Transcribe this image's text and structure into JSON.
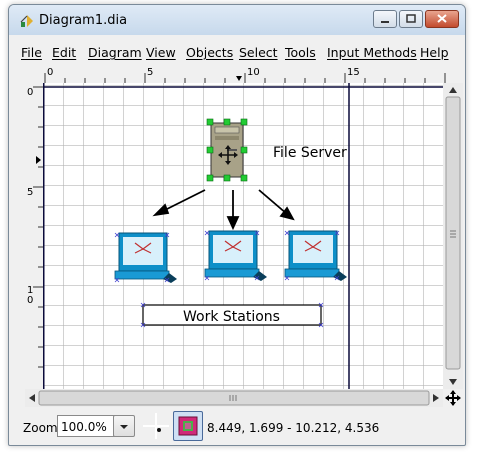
{
  "window": {
    "title": "Diagram1.dia"
  },
  "menu": [
    "File",
    "Edit",
    "Diagram",
    "View",
    "Objects",
    "Select",
    "Tools",
    "Input Methods",
    "Help"
  ],
  "ruler": {
    "h_ticks": [
      "0",
      "5",
      "10",
      "15"
    ],
    "v_ticks": [
      "0",
      "5",
      "1",
      "0"
    ]
  },
  "diagram": {
    "server_label": "File Server",
    "workstations_label": "Work Stations"
  },
  "status": {
    "zoom_label": "Zoom",
    "zoom_value": "100.0%",
    "coords": "8.449, 1.699 - 10.212, 4.536"
  },
  "colors": {
    "accent": "#1fa8d8",
    "selection": "#22cc33",
    "grid": "#b4b4b4"
  }
}
